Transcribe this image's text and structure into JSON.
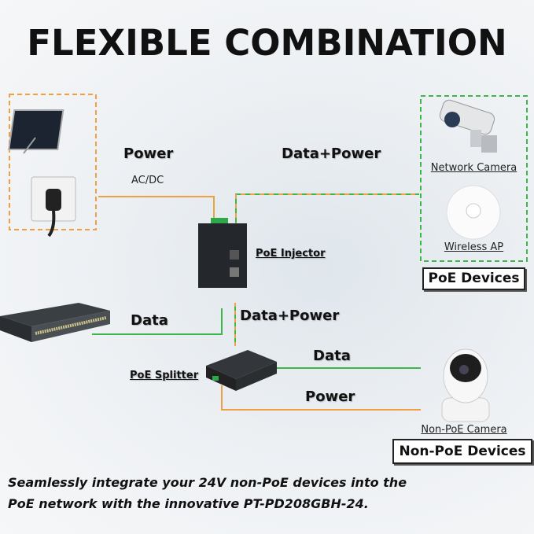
{
  "title": "FLEXIBLE COMBINATION",
  "labels": {
    "power_top": "Power",
    "acdc": "AC/DC",
    "data_power_top": "Data+Power",
    "poe_injector": "PoE Injector",
    "data_left": "Data",
    "data_power_mid": "Data+Power",
    "poe_splitter": "PoE Splitter",
    "data_right": "Data",
    "power_bottom": "Power"
  },
  "poe_devices": {
    "heading": "PoE Devices",
    "items": [
      "Network Camera",
      "Wireless AP"
    ]
  },
  "non_poe_devices": {
    "heading": "Non-PoE Devices",
    "items": [
      "Non-PoE Camera"
    ]
  },
  "footer": [
    "Seamlessly integrate your 24V non-PoE devices into the",
    "PoE network with the innovative PT-PD208GBH-24."
  ],
  "colors": {
    "power": "#f0a040",
    "data": "#3cb84a",
    "text": "#111111"
  }
}
